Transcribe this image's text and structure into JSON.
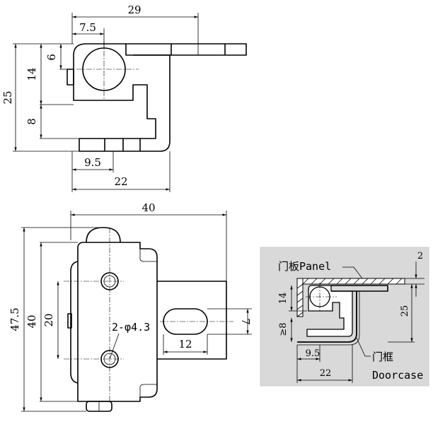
{
  "top_view": {
    "dims": {
      "d29": "29",
      "d7_5": "7.5",
      "d6": "6",
      "d25": "25",
      "d14": "14",
      "d8": "8",
      "d9_5": "9.5",
      "d22": "22"
    }
  },
  "front_view": {
    "dims": {
      "d40_top": "40",
      "d47_5": "47.5",
      "d40_left": "40",
      "d20": "20",
      "hole_spec": "2-φ4.3",
      "d7": "7",
      "d12": "12"
    }
  },
  "inset": {
    "panel_label": "门板Panel",
    "doorcase_cn": "门框",
    "doorcase_en": "Doorcase",
    "dims": {
      "d2": "2",
      "d14": "14",
      "d25": "25",
      "d_ge8": "≥8",
      "d9_5": "9.5",
      "d22": "22"
    },
    "colors": {
      "background": "#d9d9d9"
    }
  }
}
